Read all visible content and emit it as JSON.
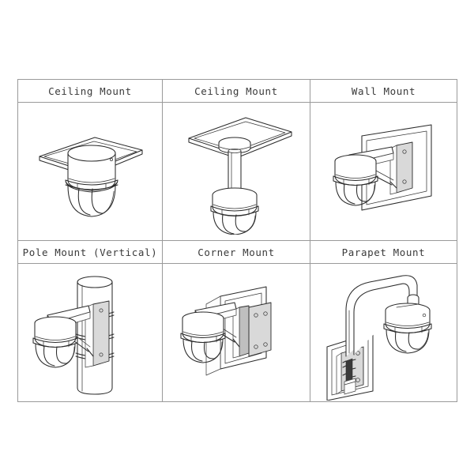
{
  "page": {
    "background_color": "#ffffff",
    "line_color": "#2b2b2b",
    "border_color": "#9a9a9a",
    "text_color": "#3a3a3a"
  },
  "table": {
    "columns": 3,
    "rows": 2,
    "cells": [
      {
        "id": "ceiling-mount-flush",
        "label": "Ceiling Mount",
        "figure": "flush-ceiling-dome",
        "figure_description": "PTZ dome camera flush-mounted into a square ceiling panel"
      },
      {
        "id": "ceiling-mount-pendant",
        "label": "Ceiling Mount",
        "figure": "pendant-ceiling-dome",
        "figure_description": "PTZ dome camera suspended from a square ceiling plate by a vertical pendant pipe"
      },
      {
        "id": "wall-mount",
        "label": "Wall Mount",
        "figure": "wall-bracket-dome",
        "figure_description": "PTZ dome camera on an L-shaped wall bracket attached to a flat wall panel"
      },
      {
        "id": "pole-mount-vertical",
        "label": "Pole Mount (Vertical)",
        "figure": "pole-bracket-dome",
        "figure_description": "PTZ dome camera on a bracket strapped to a vertical cylindrical pole with band clamps"
      },
      {
        "id": "corner-mount",
        "label": "Corner Mount",
        "figure": "corner-bracket-dome",
        "figure_description": "PTZ dome camera on a wall bracket attached to a corner adapter plate"
      },
      {
        "id": "parapet-mount",
        "label": "Parapet Mount",
        "figure": "parapet-gooseneck-dome",
        "figure_description": "PTZ dome camera on a curved gooseneck arm fixed to a parapet wall plate"
      }
    ]
  }
}
